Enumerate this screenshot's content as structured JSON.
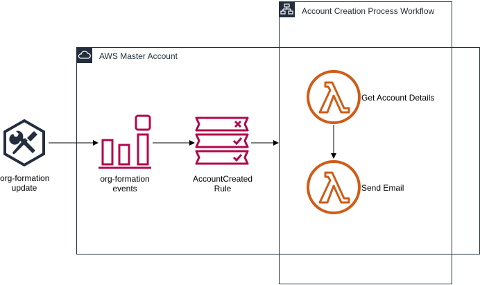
{
  "workflow_group": {
    "title": "Account Creation Process Workflow"
  },
  "master_account_group": {
    "title": "AWS Master Account"
  },
  "nodes": {
    "org_update": {
      "line1": "org-formation",
      "line2": "update"
    },
    "org_events": {
      "line1": "org-formation",
      "line2": "events"
    },
    "rule": {
      "line1": "AccountCreated",
      "line2": "Rule"
    },
    "lambda_get": {
      "label": "Get Account Details"
    },
    "lambda_send": {
      "label": "Send Email"
    }
  },
  "colors": {
    "lambda": "#d05c17",
    "eventbridge": "#b0084d",
    "tool": "#232f3e",
    "group_border": "#232f3e"
  },
  "icons": {
    "org_update": "tools-hexagon-icon",
    "org_events": "event-bars-icon",
    "rule": "eventbridge-rule-icon",
    "lambda": "lambda-icon",
    "workflow": "step-functions-icon",
    "cloud": "aws-cloud-icon"
  }
}
